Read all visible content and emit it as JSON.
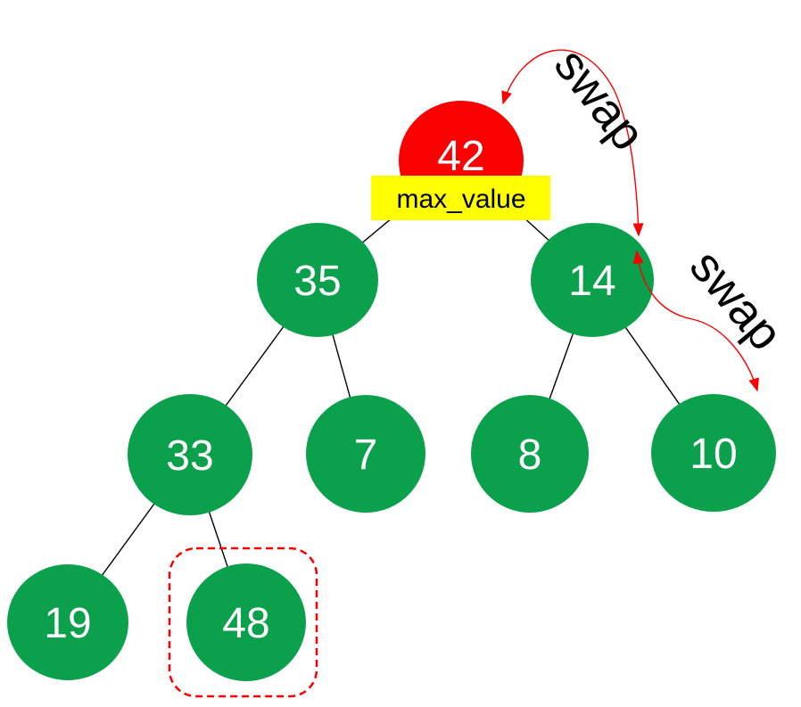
{
  "diagram": {
    "type": "binary-tree-max-heap",
    "description": "Heapify step showing max_value root and swap operations"
  },
  "colors": {
    "node_green": "#0BA14C",
    "node_red": "#FB0000",
    "highlight_yellow": "#FFFF00",
    "arrow_red": "#FB0000",
    "edge": "#000000",
    "node_text": "#FFFFFF",
    "label_text": "#000000"
  },
  "labels": {
    "max_value": "max_value",
    "swap_top": "swap",
    "swap_right": "swap"
  },
  "nodes": [
    {
      "value": "42",
      "highlighted": true
    },
    {
      "value": "35",
      "highlighted": false
    },
    {
      "value": "14",
      "highlighted": false
    },
    {
      "value": "33",
      "highlighted": false
    },
    {
      "value": "7",
      "highlighted": false
    },
    {
      "value": "8",
      "highlighted": false
    },
    {
      "value": "10",
      "highlighted": false
    },
    {
      "value": "19",
      "highlighted": false
    },
    {
      "value": "48",
      "highlighted": false
    }
  ],
  "tree": {
    "levels": [
      [
        "42"
      ],
      [
        "35",
        "14"
      ],
      [
        "33",
        "7",
        "8",
        "10"
      ],
      [
        "19",
        "48"
      ]
    ],
    "edges": [
      [
        "42",
        "35"
      ],
      [
        "42",
        "14"
      ],
      [
        "35",
        "33"
      ],
      [
        "35",
        "7"
      ],
      [
        "14",
        "8"
      ],
      [
        "14",
        "10"
      ],
      [
        "33",
        "19"
      ],
      [
        "33",
        "48"
      ]
    ],
    "swap_arrows": [
      [
        "42",
        "14"
      ],
      [
        "14",
        "10"
      ]
    ],
    "dashed_box_around": "48"
  }
}
